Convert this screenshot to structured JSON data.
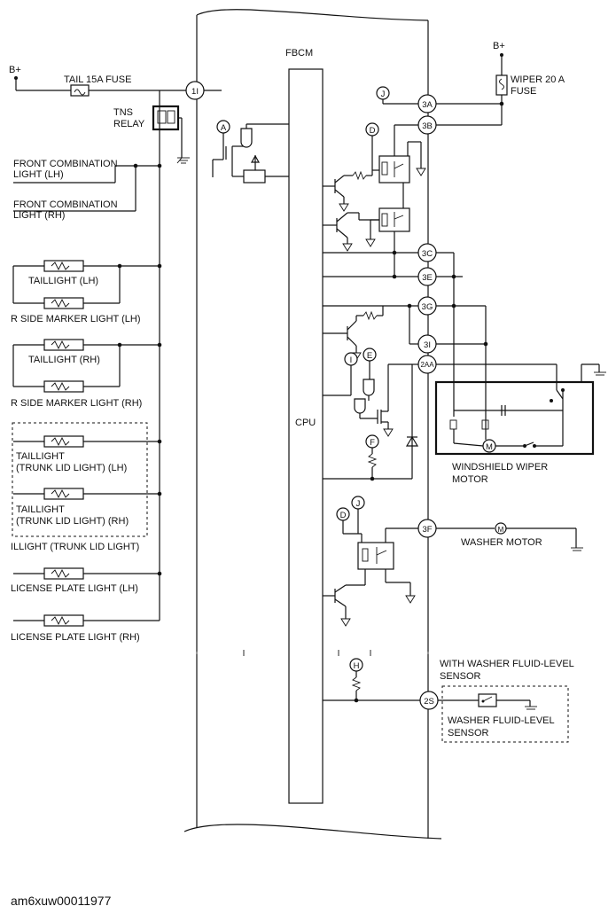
{
  "labels": {
    "bplus_left": "B+",
    "bplus_right": "B+",
    "tail_fuse": "TAIL 15A FUSE",
    "tns_relay_1": "TNS",
    "tns_relay_2": "RELAY",
    "fbcm": "FBCM",
    "cpu": "CPU",
    "front_comb_lh_1": "FRONT COMBINATION",
    "front_comb_lh_2": "LIGHT (LH)",
    "front_comb_rh_1": "FRONT COMBINATION",
    "front_comb_rh_2": "LIGHT (RH)",
    "taillight_lh": "TAILLIGHT (LH)",
    "side_marker_lh": "R SIDE MARKER LIGHT (LH)",
    "taillight_rh": "TAILLIGHT (RH)",
    "side_marker_rh": "R SIDE MARKER LIGHT (RH)",
    "trunk_lh_1": "TAILLIGHT",
    "trunk_lh_2": "(TRUNK LID LIGHT) (LH)",
    "trunk_rh_1": "TAILLIGHT",
    "trunk_rh_2": "(TRUNK LID LIGHT) (RH)",
    "hmsl": "ILLIGHT (TRUNK LID LIGHT)",
    "license_lh": "LICENSE PLATE LIGHT (LH)",
    "license_rh": "LICENSE PLATE LIGHT (RH)",
    "wiper_fuse_1": "WIPER 20 A",
    "wiper_fuse_2": "FUSE",
    "wiper_motor_1": "WINDSHIELD WIPER",
    "wiper_motor_2": "MOTOR",
    "washer_motor": "WASHER MOTOR",
    "with_sensor_1": "WITH WASHER FLUID-LEVEL",
    "with_sensor_2": "SENSOR",
    "sensor_1": "WASHER FLUID-LEVEL",
    "sensor_2": "SENSOR"
  },
  "connectors": {
    "c1i": "1I",
    "c3a": "3A",
    "c3b": "3B",
    "c3c": "3C",
    "c3e": "3E",
    "c3g": "3G",
    "c3i": "3I",
    "c2aa": "2AA",
    "c3f": "3F",
    "c2s": "2S"
  },
  "refs": {
    "a": "A",
    "d1": "D",
    "d2": "D",
    "e": "E",
    "f": "F",
    "h": "H",
    "i": "I",
    "j1": "J",
    "j2": "J"
  },
  "motor_symbol": "M",
  "footer": "am6xuw00011977"
}
